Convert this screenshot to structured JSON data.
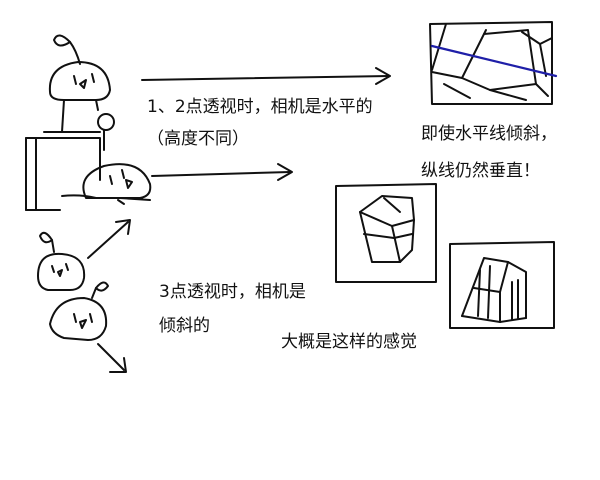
{
  "texts": {
    "two_point_line1": "1、2点透视时，相机是水平的",
    "two_point_line2": "（高度不同）",
    "horizon_line1": "即使水平线倾斜，",
    "horizon_line2": "纵线仍然垂直！",
    "three_point_line1": "3点透视时，相机是",
    "three_point_line2": "倾斜的",
    "feeling": "大概是这样的感觉"
  },
  "colors": {
    "ink": "#111111",
    "horizon_line": "#1f1fa8"
  }
}
